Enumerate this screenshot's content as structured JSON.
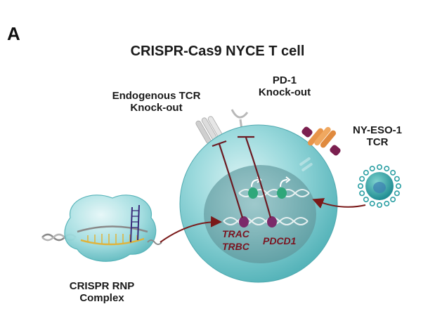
{
  "figure": {
    "panel_label": "A",
    "title": "CRISPR-Cas9 NYCE T cell"
  },
  "labels": {
    "endogenous_tcr_line1": "Endogenous TCR",
    "endogenous_tcr_line2": "Knock-out",
    "pd1_line1": "PD-1",
    "pd1_line2": "Knock-out",
    "nyeso_line1": "NY-ESO-1",
    "nyeso_line2": "TCR",
    "rnp_line1": "CRISPR RNP",
    "rnp_line2": "Complex"
  },
  "genes": {
    "trac": "TRAC",
    "trbc": "TRBC",
    "pdcd1": "PDCD1"
  },
  "colors": {
    "cell_body": "#8fd3d6",
    "cell_edge": "#5bb8bd",
    "nucleus": "#6fa8ad",
    "inhibition_line": "#6b1a22",
    "arrow": "#7a1a1a",
    "edit_site": "#7b2a6a",
    "promoter_marker": "#2fa77a",
    "receptor_ko": "#d0d0d0",
    "receptor_nyeso": "#e8954a",
    "cd3_chain": "#7b1f4f",
    "virus_body": "#2a9fa3"
  }
}
